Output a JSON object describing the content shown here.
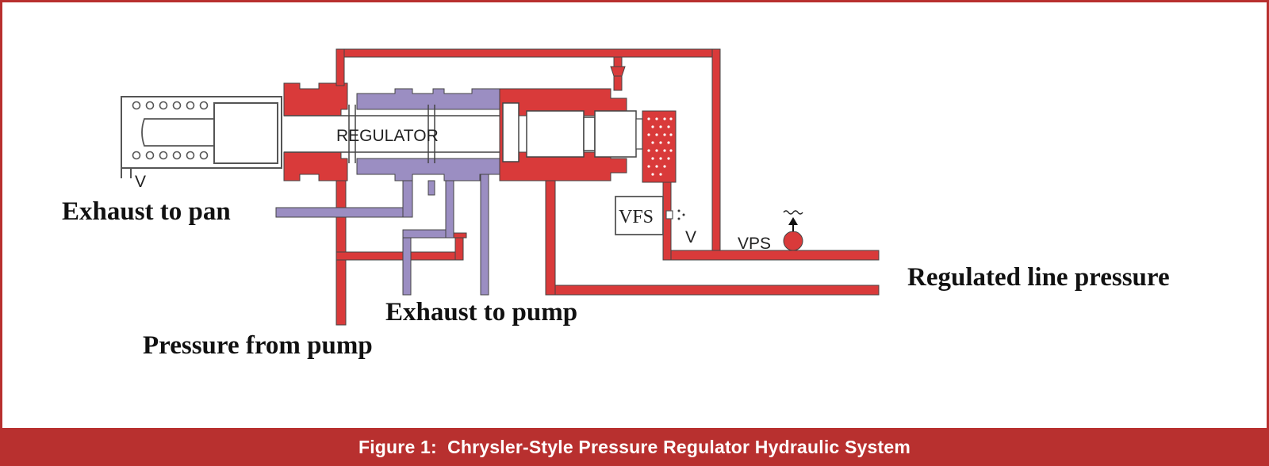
{
  "caption": "Figure 1:  Chrysler-Style Pressure Regulator Hydraulic System",
  "labels": {
    "regulator": "REGULATOR",
    "exhaust_to_pan": "Exhaust to pan",
    "exhaust_to_pump": "Exhaust to pump",
    "pressure_from_pump": "Pressure from pump",
    "regulated_line_pressure": "Regulated line pressure",
    "vfs": "VFS",
    "vps": "VPS",
    "v_left": "V",
    "v_right": "V"
  },
  "colors": {
    "pressure_red": "#d93a3a",
    "exhaust_purple": "#9b8ec2",
    "frame_red": "#b8302f",
    "outline": "#3a3a3a"
  }
}
